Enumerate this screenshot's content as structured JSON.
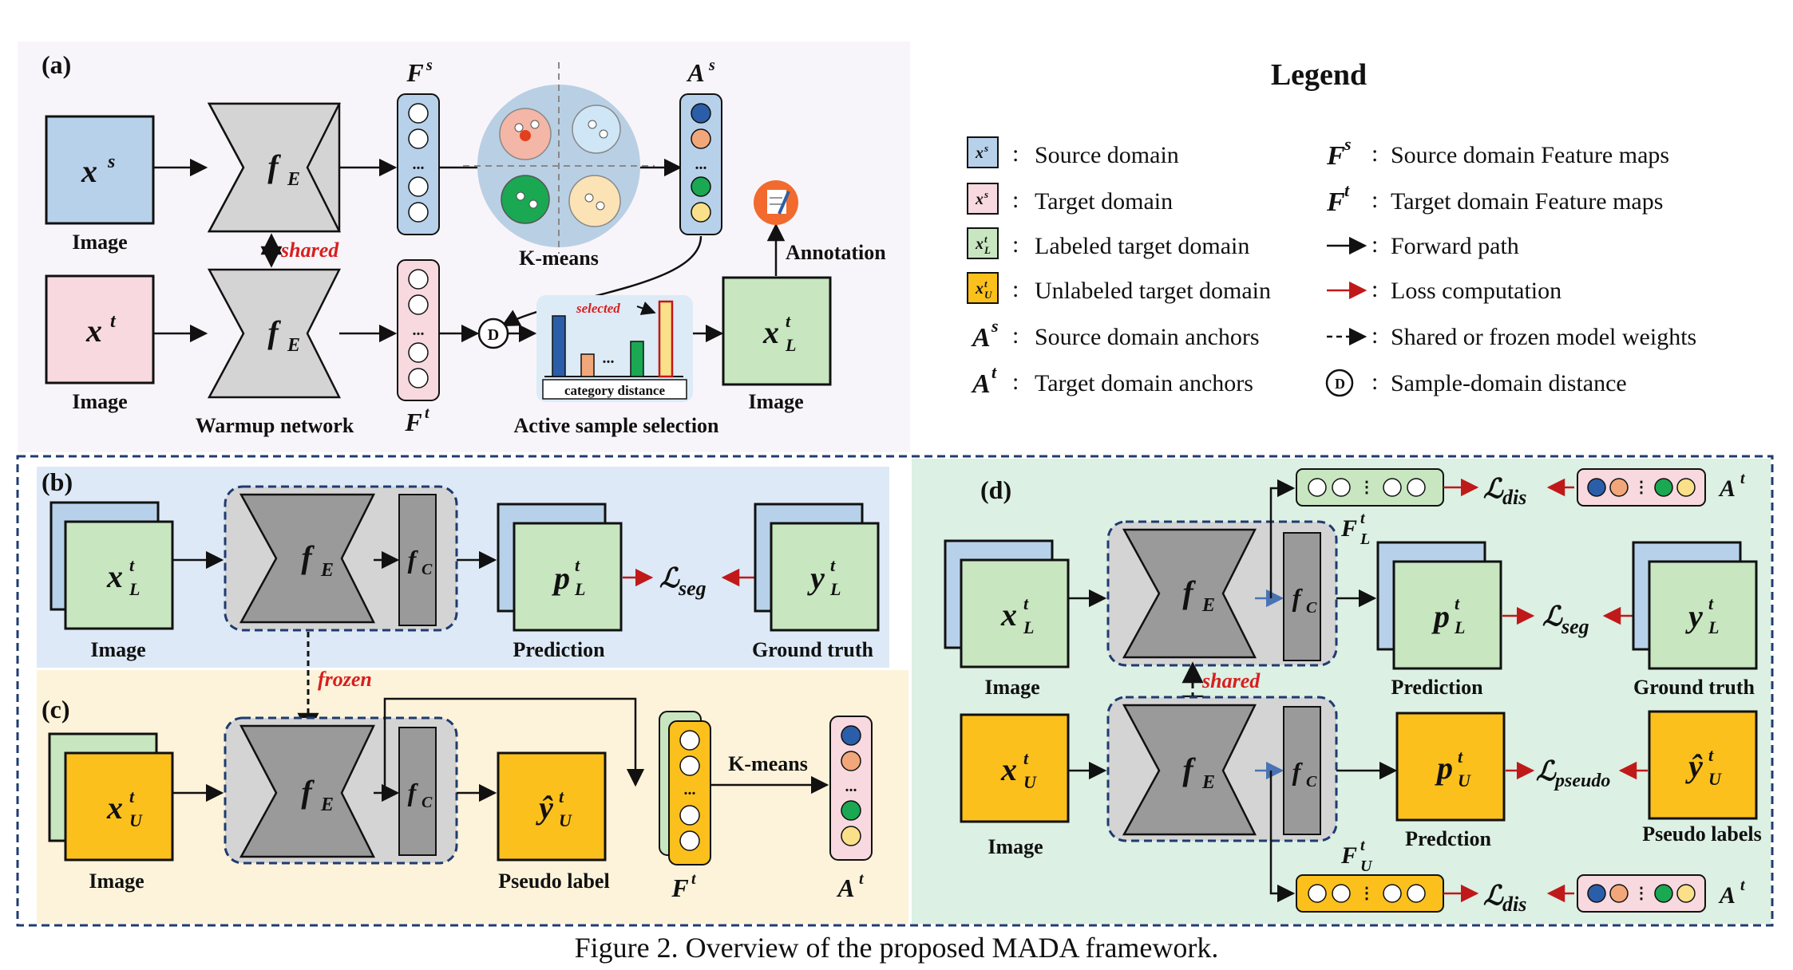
{
  "caption": "Figure 2. Overview of the proposed MADA framework.",
  "colors": {
    "source": "#b7d1ea",
    "target": "#f8d9df",
    "labeled": "#c8e6c0",
    "unlabeled": "#fcc01d",
    "encoder": "#d4d4d4",
    "panel_a_bg": "#f8f5fa",
    "panel_b_bg": "#dde9f6",
    "panel_c_bg": "#fdf3da",
    "panel_d_bg": "#dcf0e4",
    "border_dashed": "#1f3b70",
    "loss_arrow": "#c0191a",
    "shared_text": "#d81e1e"
  },
  "panel_a": {
    "label": "(a)",
    "image_s": "x",
    "image_s_sup": "s",
    "image_t": "x",
    "image_t_sup": "t",
    "image_label_1": "Image",
    "image_label_2": "Image",
    "encoder": "f",
    "encoder_sub": "E",
    "shared": "shared",
    "warmup": "Warmup network",
    "fs": "F",
    "fs_sup": "s",
    "ft": "F",
    "ft_sup": "t",
    "dots": "...",
    "kmeans": "K-means",
    "as": "A",
    "as_sup": "s",
    "d_node": "D",
    "selected": "selected",
    "category_distance": "category distance",
    "active": "Active sample selection",
    "xl": "x",
    "xl_sup": "t",
    "xl_sub": "L",
    "xl_image": "Image",
    "annotation": "Annotation"
  },
  "legend": {
    "title": "Legend",
    "items_left": [
      {
        "icon": "xs-icon",
        "text": "Source domain"
      },
      {
        "icon": "xt-icon",
        "text": "Target domain"
      },
      {
        "icon": "xl-icon",
        "text": "Labeled target domain"
      },
      {
        "icon": "xu-icon",
        "text": "Unlabeled target domain"
      },
      {
        "icon": "As",
        "text": "Source domain anchors"
      },
      {
        "icon": "At",
        "text": "Target domain anchors"
      }
    ],
    "items_right": [
      {
        "icon": "Fs",
        "text": "Source domain Feature maps"
      },
      {
        "icon": "Ft",
        "text": "Target domain Feature maps"
      },
      {
        "icon": "black-arrow-icon",
        "text": "Forward path"
      },
      {
        "icon": "red-arrow-icon",
        "text": "Loss computation"
      },
      {
        "icon": "dashed-arrow-icon",
        "text": "Shared or frozen model weights"
      },
      {
        "icon": "d-circle-icon",
        "text": "Sample-domain distance"
      }
    ],
    "colon": ":"
  },
  "panel_b": {
    "label": "(b)",
    "image": "Image",
    "prediction": "Prediction",
    "ground_truth": "Ground truth",
    "loss": "seg",
    "frozen": "frozen"
  },
  "panel_c": {
    "label": "(c)",
    "image": "Image",
    "pseudo_label": "Pseudo label",
    "kmeans": "K-means"
  },
  "panel_d": {
    "label": "(d)",
    "image1": "Image",
    "image2": "Image",
    "prediction": "Prediction",
    "ground_truth": "Ground truth",
    "predction": "Predction",
    "pseudo_labels": "Pseudo labels",
    "shared": "shared",
    "loss_seg": "seg",
    "loss_pseudo": "pseudo",
    "loss_dis": "dis"
  }
}
